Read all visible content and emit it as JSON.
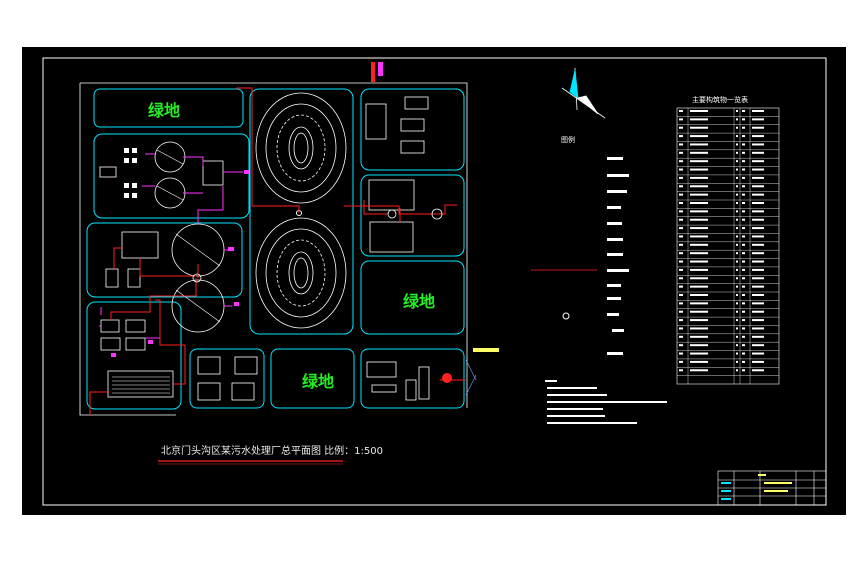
{
  "drawing": {
    "title": "北京门头沟区某污水处理厂总平面图 比例：1:500",
    "green_label": "绿地",
    "legend_heading": "图例",
    "table_heading": "主要构筑物一览表",
    "colors": {
      "background": "#000000",
      "outline": "#00e5ff",
      "frame": "#ffffff",
      "green_text": "#22ee22",
      "pipe_red": "#ff2020",
      "pipe_magenta": "#ff33ff",
      "title_red": "#ff2020",
      "title_text": "#e8e8e8"
    }
  }
}
